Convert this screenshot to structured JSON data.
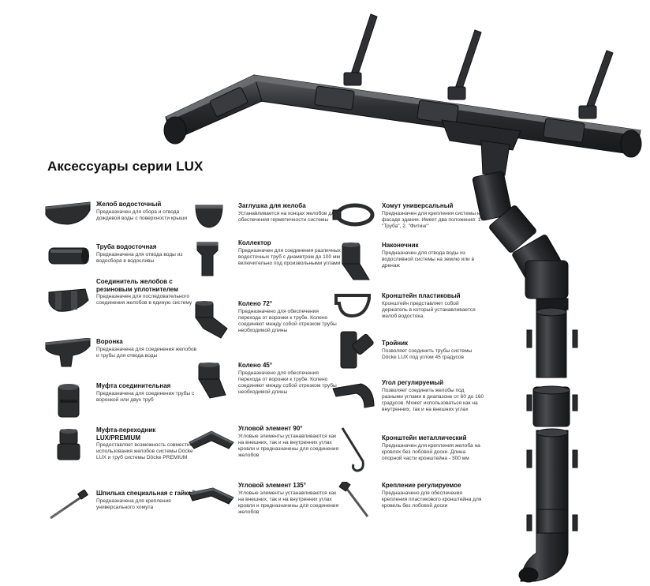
{
  "page": {
    "title": "Аксессуары серии LUX"
  },
  "colors": {
    "part_fill": "#2c2d2f",
    "part_shade": "#1a1b1c",
    "part_highlight": "#5a5c60",
    "text": "#1a1a1a"
  },
  "items": [
    {
      "key": "gutter",
      "icon": "gutter-icon",
      "name": "Желоб водосточный",
      "desc": "Предназначен для сбора и отвода дождевой воды с поверхности крыши"
    },
    {
      "key": "gutter_pipe",
      "icon": "gutter-pipe-icon",
      "name": "Труба водосточная",
      "desc": "Предназначена для отвода воды из водосбора в водосливы"
    },
    {
      "key": "connector",
      "icon": "gutter-connector-icon",
      "name": "Соединитель желобов с резиновым уплотнителем",
      "desc": "Предназначен для последовательного соединения желобов в единую систему"
    },
    {
      "key": "funnel",
      "icon": "funnel-icon",
      "name": "Воронка",
      "desc": "Предназначена для соединения желобов и трубы для отвода воды"
    },
    {
      "key": "coupling",
      "icon": "coupling-icon",
      "name": "Муфта соединительная",
      "desc": "Предназначена для соединения трубы с воронкой или двух труб"
    },
    {
      "key": "adapter",
      "icon": "adapter-coupling-icon",
      "name": "Муфта-переходник LUX/PREMIUM",
      "desc": "Предоставляет возможность совместного использования желобов системы Döcke LUX и труб системы Döcke PREMIUM"
    },
    {
      "key": "stud",
      "icon": "threaded-stud-icon",
      "name": "Шпилька специальная с гайкой",
      "desc": "Предназначена для крепления универсального хомута"
    },
    {
      "key": "end_cap",
      "icon": "end-cap-icon",
      "name": "Заглушка для желоба",
      "desc": "Устанавливается на концах желобов для обеспечения герметичности системы"
    },
    {
      "key": "collector",
      "icon": "collector-icon",
      "name": "Коллектор",
      "desc": "Предназначен для соединения различных водосточных труб с диаметром до 100 мм включительно под произвольными углами"
    },
    {
      "key": "elbow72",
      "icon": "elbow-72-icon",
      "name": "Колено 72°",
      "desc": "Предназначено для обеспечения перехода от воронки к трубе. Колено соединяют между собой отрезком трубы необходимой длины"
    },
    {
      "key": "elbow45",
      "icon": "elbow-45-icon",
      "name": "Колено 45°",
      "desc": "Предназначено для обеспечения перехода от воронки к трубе. Колено соединяют между собой отрезком трубы необходимой длины"
    },
    {
      "key": "corner90",
      "icon": "corner-90-icon",
      "name": "Угловой элемент 90°",
      "desc": "Угловые элементы устанавливаются как на внешних, так и на внутренних углах кровли и предназначены для соединения желобов"
    },
    {
      "key": "corner135",
      "icon": "corner-135-icon",
      "name": "Угловой элемент 135°",
      "desc": "Угловые элементы устанавливаются как на внешних, так и на внутренних углах кровли и предназначены для соединения желобов"
    },
    {
      "key": "clamp",
      "icon": "universal-clamp-icon",
      "name": "Хомут универсальный",
      "desc": "Предназначен для крепления системы на фасаде здания. Имеет два положения: 1. \"Труба\", 2. \"Фитинг\""
    },
    {
      "key": "outlet",
      "icon": "drain-outlet-icon",
      "name": "Наконечник",
      "desc": "Предназначен для отвода воды из водосливной системы на землю или в дренаж"
    },
    {
      "key": "plastic_bracket",
      "icon": "plastic-bracket-icon",
      "name": "Кронштейн пластиковый",
      "desc": "Кронштейн представляет собой держатель в который устанавливается желоб водостока."
    },
    {
      "key": "tee",
      "icon": "tee-icon",
      "name": "Тройник",
      "desc": "Позволяет соединить трубы системы Döcke LUX под углом 45 градусов"
    },
    {
      "key": "adj_corner",
      "icon": "adjustable-corner-icon",
      "name": "Угол регулируемый",
      "desc": "Позволяет соединить желобы под разными углами в диапазоне от 60 до 160 градусов. Может использоваться как на внутренних, так и на внешних углах"
    },
    {
      "key": "metal_bracket",
      "icon": "metal-bracket-icon",
      "name": "Кронштейн металлический",
      "desc": "Предназначен для крепления желоба на кровлях без лобовой доски. Длина опорной части кронштейна - 300 мм"
    },
    {
      "key": "adj_mount",
      "icon": "adjustable-mount-icon",
      "name": "Крепление регулируемое",
      "desc": "Предназначено для обеспечения крепления пластикового кронштейна для кровель без лобовой доски"
    }
  ]
}
